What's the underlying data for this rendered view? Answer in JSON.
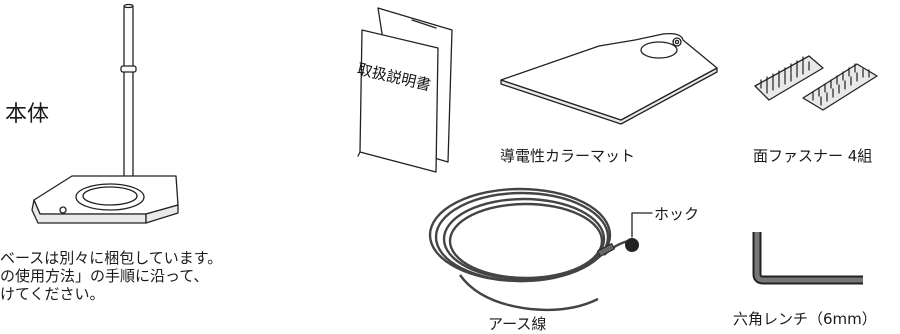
{
  "items": {
    "main_body": {
      "label": "本体",
      "icon": "stand-icon"
    },
    "manual": {
      "title": "取扱説明書",
      "icon": "booklet-icon"
    },
    "mat": {
      "label": "導電性カラーマット",
      "icon": "mat-icon"
    },
    "fasteners": {
      "label": "面ファスナー 4組",
      "icon": "fastener-icon"
    },
    "earth_wire": {
      "label": "アース線",
      "icon": "coiled-cable-icon"
    },
    "hook": {
      "label": "ホック"
    },
    "wrench": {
      "label": "六角レンチ（6mm）",
      "icon": "hex-wrench-icon"
    }
  },
  "note": {
    "line1": "ベースは別々に梱包しています。",
    "line2": "の使用方法」の手順に沿って、",
    "line3": "けてください。"
  }
}
